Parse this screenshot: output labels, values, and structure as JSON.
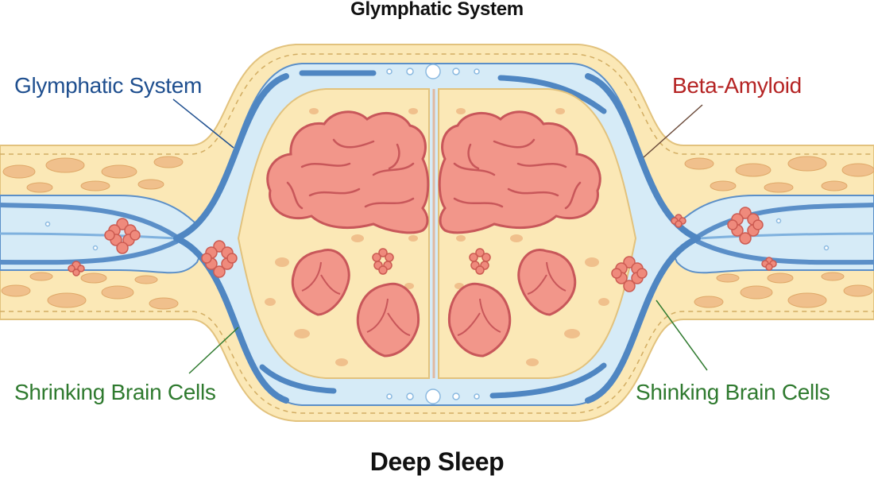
{
  "header": {
    "title": "Glymphatic System"
  },
  "footer": {
    "title": "Deep Sleep"
  },
  "callouts": {
    "left_top": "Glymphatic System",
    "right_top": "Beta-Amyloid",
    "left_bottom": "Shrinking Brain Cells",
    "right_bottom": "Shinking Brain Cells"
  },
  "colors": {
    "glymphatic_label": "#1f4f8f",
    "amyloid_label": "#b52424",
    "cells_label": "#2f7a2f",
    "tissue": "#fbe8b6",
    "tissue_edge": "#e2c27d",
    "channel_fluid": "#d6ebf7",
    "channel_wall": "#5b8fc8",
    "brain": "#f2968a",
    "brain_edge": "#c8575a",
    "amyloid": "#ef8a7c",
    "amyloid_edge": "#cc5b52",
    "cell_spot": "#f0c08c"
  },
  "icons": {
    "cell": "brain-cell-icon",
    "amyloid": "amyloid-cluster-icon",
    "brain": "brain-hemisphere-icon"
  }
}
